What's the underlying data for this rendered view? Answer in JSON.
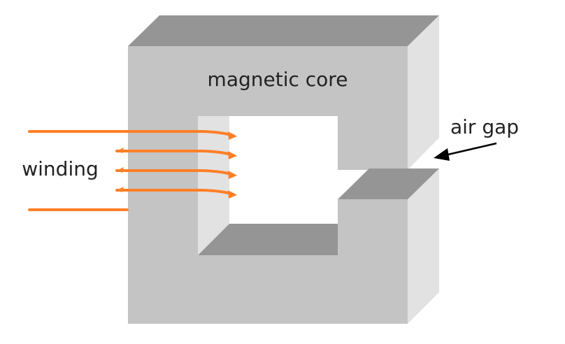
{
  "diagram": {
    "title": "Magnetic core with air gap and winding",
    "labels": {
      "core": "magnetic core",
      "gap": "air gap",
      "winding": "winding"
    },
    "colors": {
      "background": "#ffffff",
      "core_front": "#c4c4c4",
      "core_top": "#959595",
      "core_side": "#e2e2e2",
      "winding": "#ff7f27",
      "text": "#222222",
      "arrow": "#000000"
    },
    "winding_turns": 4
  }
}
